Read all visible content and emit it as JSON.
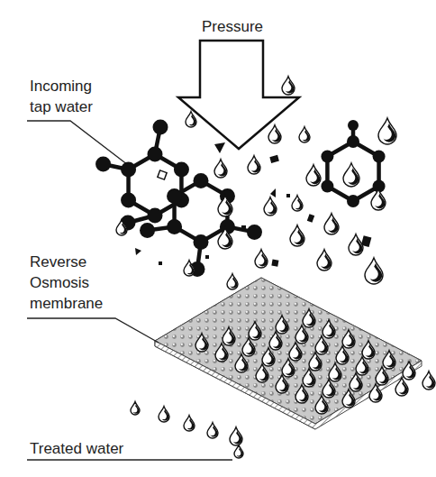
{
  "diagram": {
    "labels": [
      "Pressure",
      "Incoming tap water",
      "Reverse Osmosis membrane",
      "Treated water"
    ]
  }
}
